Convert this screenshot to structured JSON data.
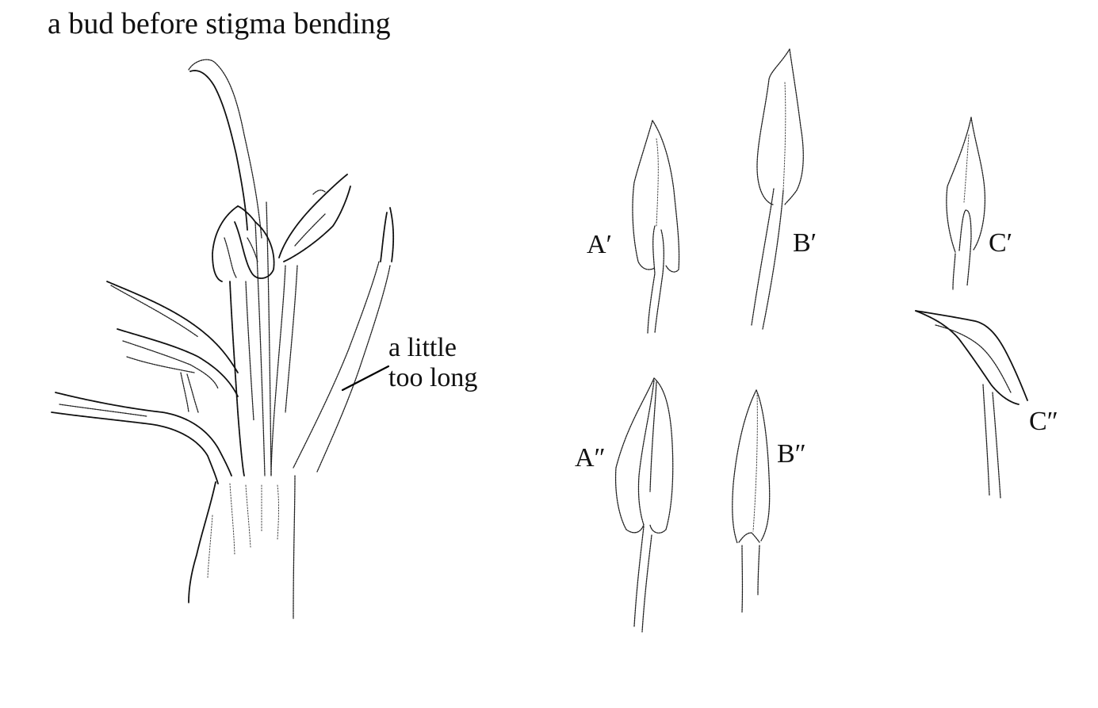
{
  "figure": {
    "title": "a bud before stigma bending",
    "main_drawing": {
      "subject": "flower bud with stigma and stamens",
      "annotation": {
        "line1": "a little",
        "line2": "too long"
      }
    },
    "panels": [
      {
        "id": "A1",
        "label": "A′",
        "subject": "anther"
      },
      {
        "id": "B1",
        "label": "B′",
        "subject": "anther"
      },
      {
        "id": "C1",
        "label": "C′",
        "subject": "anther"
      },
      {
        "id": "A2",
        "label": "A″",
        "subject": "anther"
      },
      {
        "id": "B2",
        "label": "B″",
        "subject": "anther"
      },
      {
        "id": "C2",
        "label": "C″",
        "subject": "anther bent"
      }
    ]
  }
}
